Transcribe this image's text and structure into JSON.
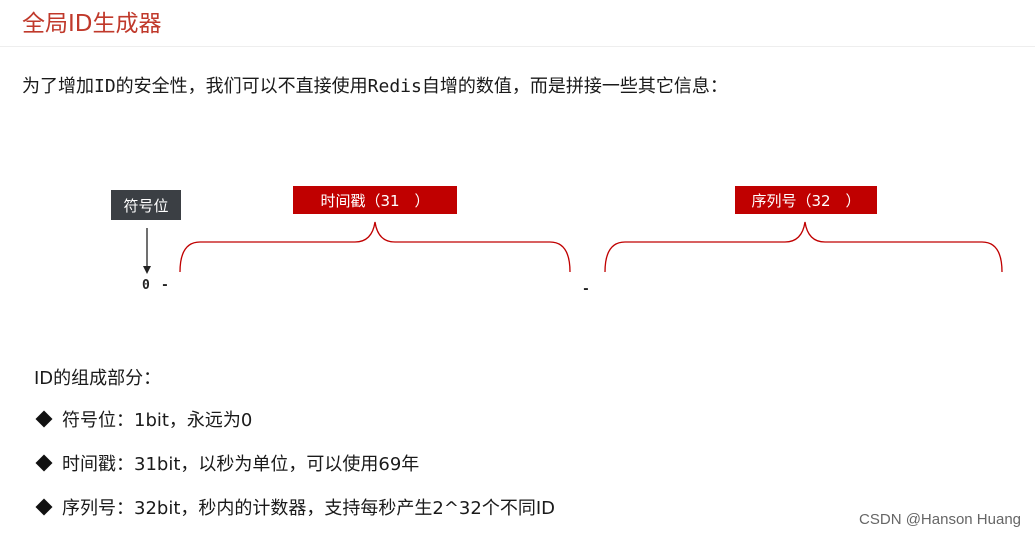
{
  "title": "全局ID生成器",
  "intro": "为了增加ID的安全性，我们可以不直接使用Redis自增的数值，而是拼接一些其它信息：",
  "diagram": {
    "sign_label": "符号位",
    "timestamp_label": "时间戳（31　）",
    "sequence_label": "序列号（32　）",
    "zero": "0",
    "dash1": "-",
    "dash2": "-"
  },
  "parts_title": "ID的组成部分：",
  "parts": [
    "符号位：1bit，永远为0",
    "时间戳：31bit，以秒为单位，可以使用69年",
    "序列号：32bit，秒内的计数器，支持每秒产生2^32个不同ID"
  ],
  "watermark": "CSDN @Hanson Huang"
}
